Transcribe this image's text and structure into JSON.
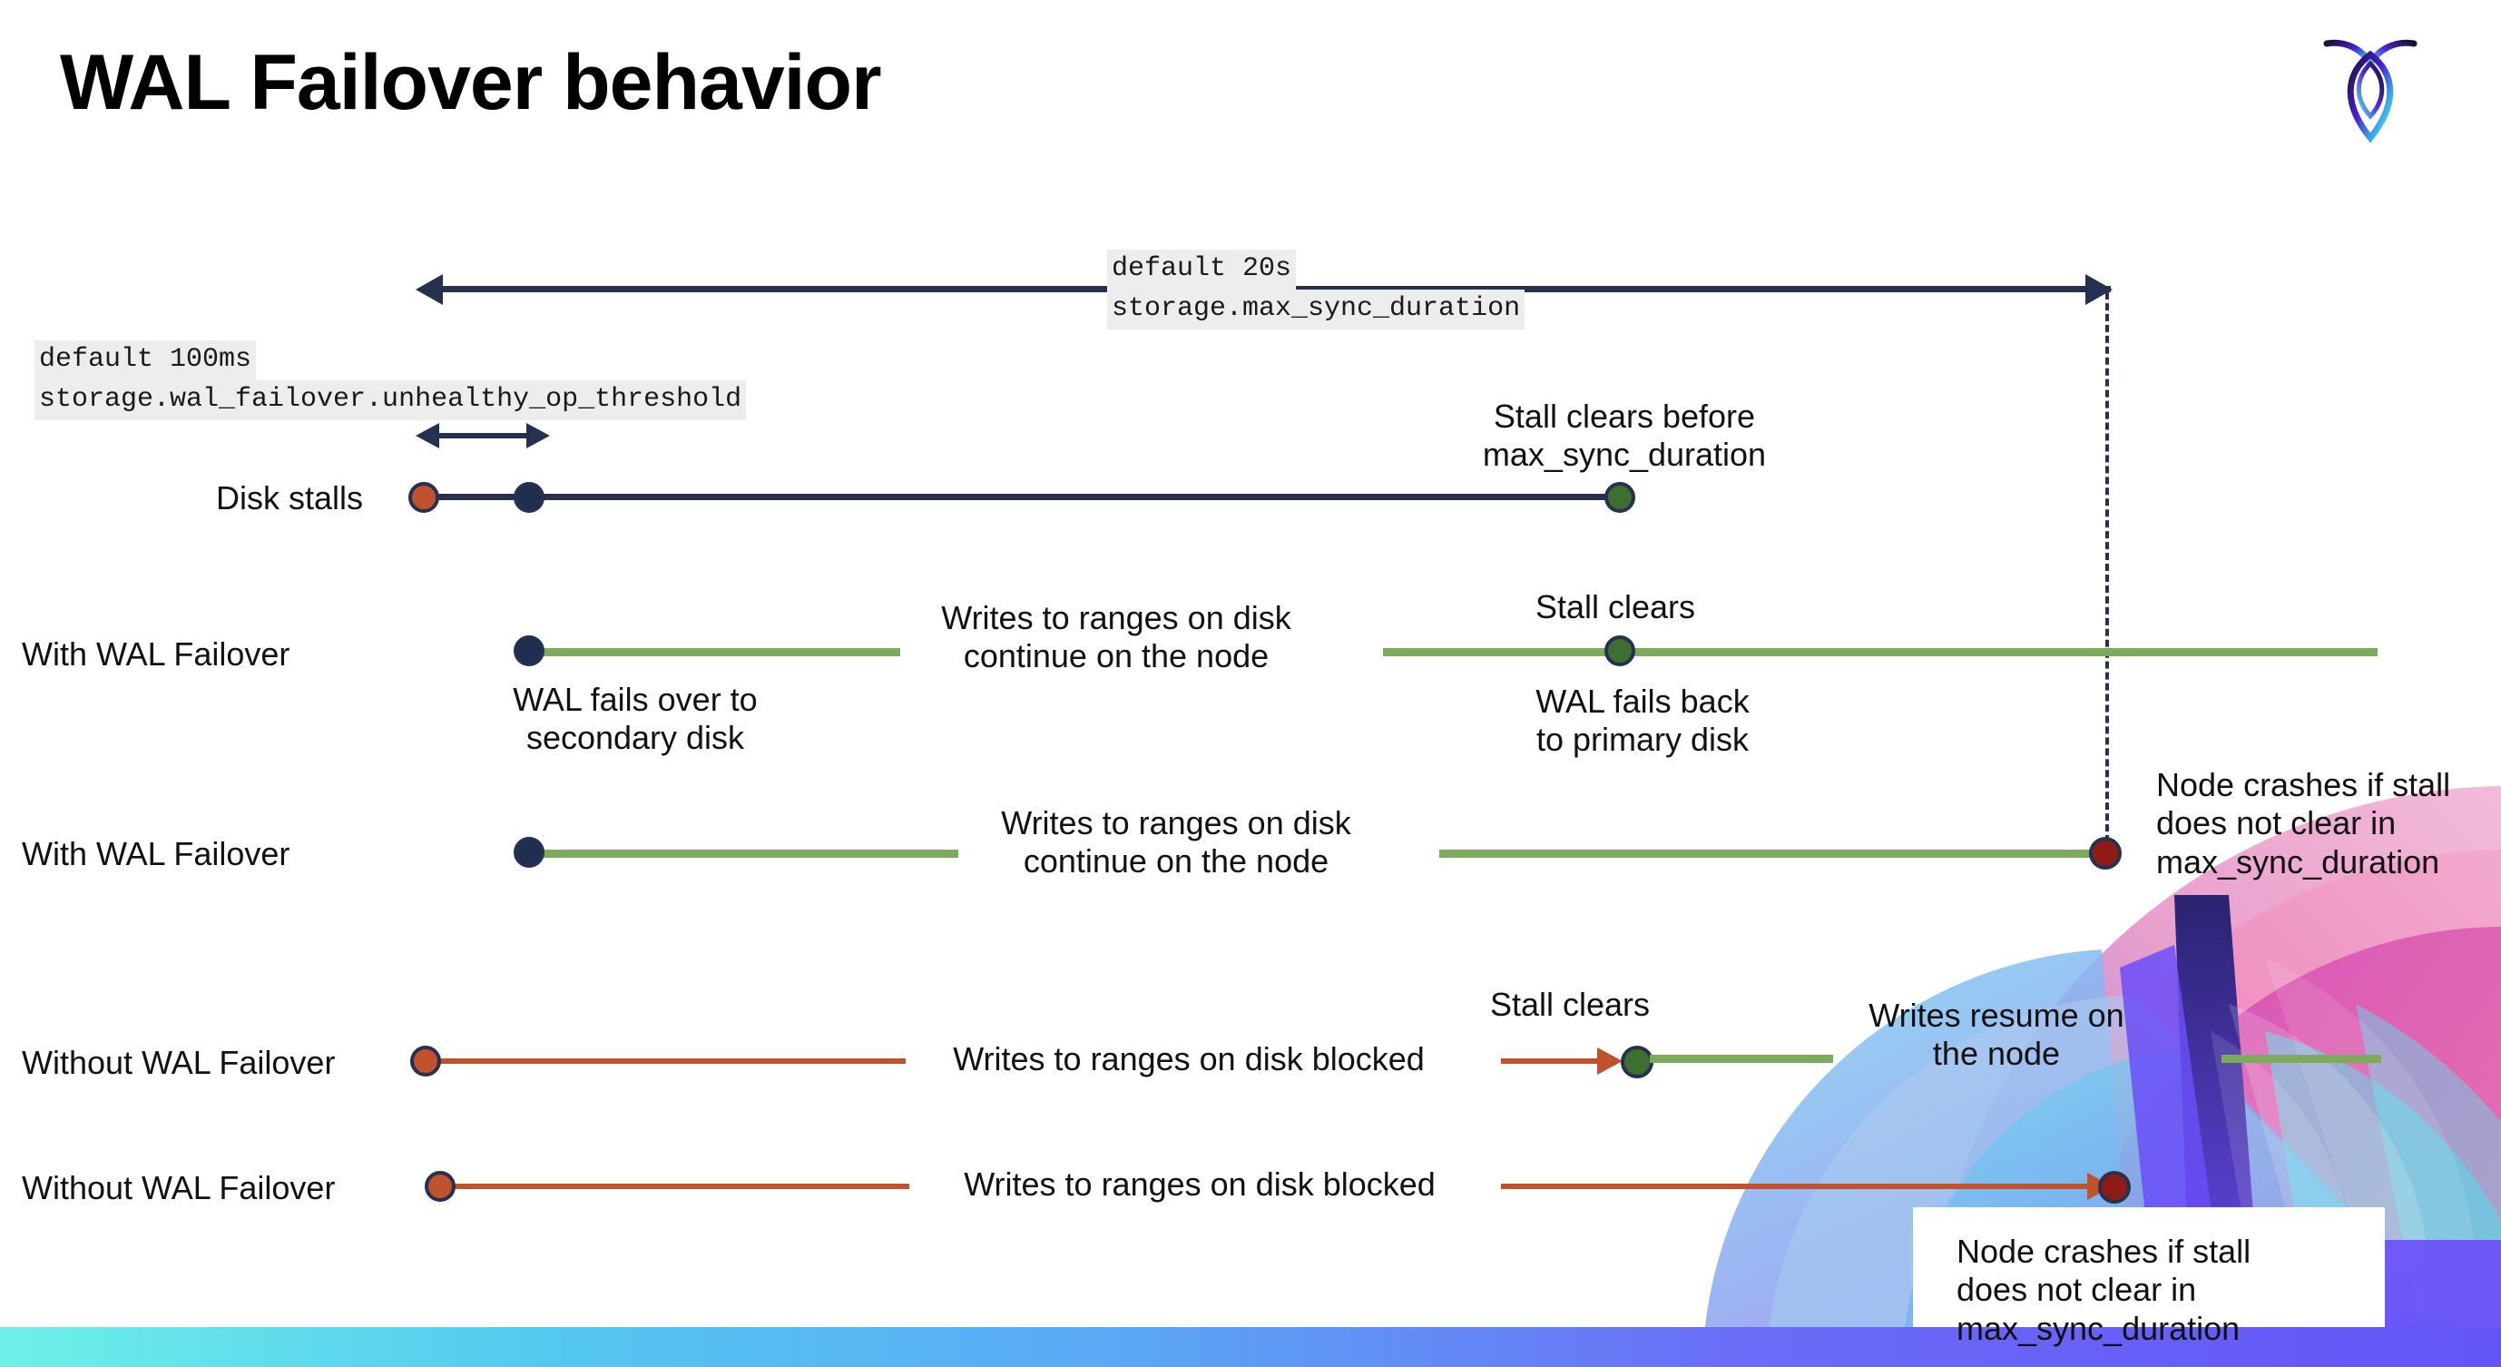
{
  "slide": {
    "title": "WAL Failover behavior",
    "logo_icon": "cockroach-logo-icon",
    "accent_colors": {
      "navy": "#25314f",
      "red": "#c0522d",
      "green_line": "#7cab5b",
      "green_dot": "#3d7030",
      "dark_red_dot": "#8e1b16",
      "code_chip_bg": "#ededed"
    }
  },
  "settings": {
    "max_sync": {
      "default_label": "default 20s",
      "name_label": "storage.max_sync_duration"
    },
    "unhealthy_op": {
      "default_label": "default 100ms",
      "name_label": "storage.wal_failover.unhealthy_op_threshold"
    }
  },
  "rows": {
    "disk_stalls": {
      "label": "Disk stalls",
      "annotation": "Stall clears before\nmax_sync_duration"
    },
    "with_failover_clears": {
      "label": "With WAL Failover",
      "note_failover": "WAL fails over to\nsecondary disk",
      "note_writes": "Writes to ranges on disk\ncontinue on the node",
      "note_stall_clears": "Stall clears",
      "note_fails_back": "WAL fails  back\nto primary disk"
    },
    "with_failover_crash": {
      "label": "With WAL Failover",
      "note_writes": "Writes to ranges on disk\ncontinue on the node",
      "note_crash": "Node crashes if stall\ndoes not clear in\nmax_sync_duration"
    },
    "without_failover_clears": {
      "label": "Without WAL Failover",
      "note_blocked": "Writes to ranges on disk  blocked",
      "note_stall_clears": "Stall clears",
      "note_resume": "Writes resume on\nthe node"
    },
    "without_failover_crash": {
      "label": "Without WAL Failover",
      "note_blocked": "Writes to ranges on disk  blocked",
      "note_crash": "Node crashes if stall\ndoes not clear in\nmax_sync_duration"
    }
  }
}
